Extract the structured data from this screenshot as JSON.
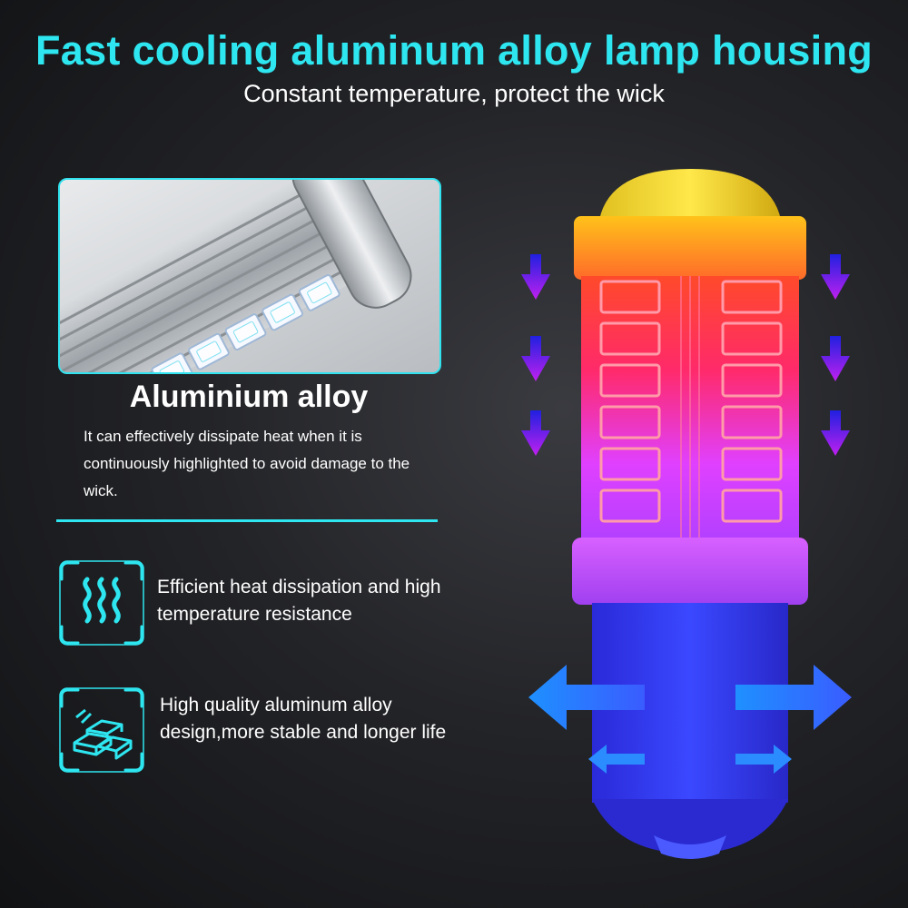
{
  "header": {
    "title": "Fast cooling aluminum alloy lamp housing",
    "subtitle": "Constant temperature, protect the wick"
  },
  "section": {
    "heading": "Aluminium alloy",
    "body": "It can effectively dissipate heat when it is continuously highlighted to avoid damage to the wick."
  },
  "features": [
    {
      "icon": "heat-waves-icon",
      "text": "Efficient heat dissipation and high temperature resistance"
    },
    {
      "icon": "aluminum-ingots-icon",
      "text": "High quality aluminum alloy design,more stable and longer life"
    }
  ],
  "colors": {
    "accent": "#2ee6f0",
    "arrow_down": "#8a2be2",
    "arrow_side": "#2b7bff"
  }
}
